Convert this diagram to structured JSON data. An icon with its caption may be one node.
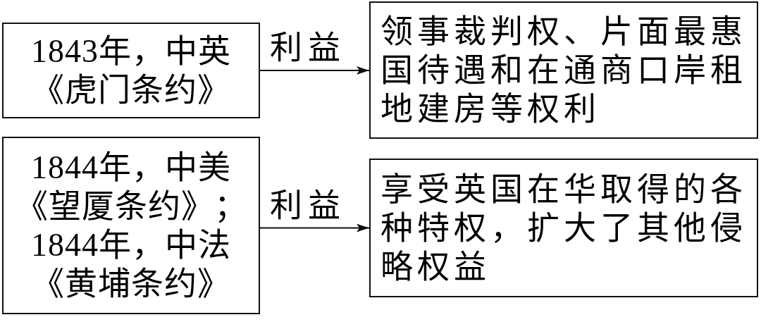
{
  "diagram": {
    "nodes": [
      {
        "text": [
          "1843年，中英《虎门条约》"
        ]
      },
      {
        "text": [
          "领事裁判权、片面最惠国待遇和在通商口岸租地建房等权利"
        ]
      },
      {
        "text": [
          "1844年，中美《望厦条约》；",
          "1844年，中法《黄埔条约》"
        ]
      },
      {
        "text": [
          "享受英国在华取得的各种特权，扩大了其他侵略权益"
        ]
      }
    ],
    "edges": [
      {
        "from": 0,
        "to": 1,
        "arrow": "to",
        "label": "利益"
      },
      {
        "from": 2,
        "to": 3,
        "arrow": "to",
        "label": "利益"
      }
    ]
  }
}
